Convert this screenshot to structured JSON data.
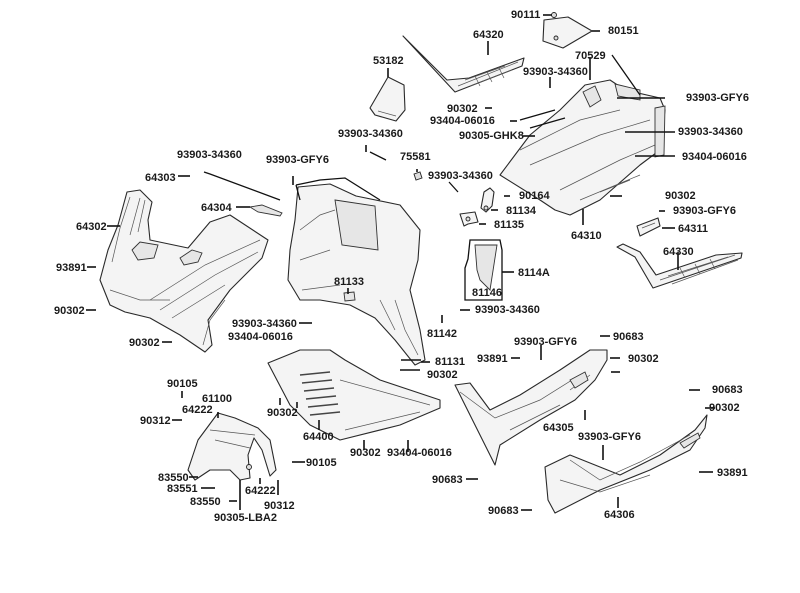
{
  "diagram": {
    "title": "Body cover exploded parts diagram",
    "labels": [
      {
        "id": "l-90111",
        "text": "90111"
      },
      {
        "id": "l-80151",
        "text": "80151"
      },
      {
        "id": "l-64320",
        "text": "64320"
      },
      {
        "id": "l-53182",
        "text": "53182"
      },
      {
        "id": "l-70529",
        "text": "70529"
      },
      {
        "id": "l-93903-34360-a",
        "text": "93903-34360"
      },
      {
        "id": "l-93903-gfy6-a",
        "text": "93903-GFY6"
      },
      {
        "id": "l-90302-a",
        "text": "90302"
      },
      {
        "id": "l-93404-06016-a",
        "text": "93404-06016"
      },
      {
        "id": "l-90305-ghk8",
        "text": "90305-GHK8"
      },
      {
        "id": "l-93903-34360-b",
        "text": "93903-34360"
      },
      {
        "id": "l-93903-34360-c",
        "text": "93903-34360"
      },
      {
        "id": "l-93404-06016-b",
        "text": "93404-06016"
      },
      {
        "id": "l-93903-34360-d",
        "text": "93903-34360"
      },
      {
        "id": "l-93903-gfy6-b",
        "text": "93903-GFY6"
      },
      {
        "id": "l-75581",
        "text": "75581"
      },
      {
        "id": "l-93903-34360-e",
        "text": "93903-34360"
      },
      {
        "id": "l-64303",
        "text": "64303"
      },
      {
        "id": "l-90164",
        "text": "90164"
      },
      {
        "id": "l-90302-b",
        "text": "90302"
      },
      {
        "id": "l-81134",
        "text": "81134"
      },
      {
        "id": "l-93903-gfy6-c",
        "text": "93903-GFY6"
      },
      {
        "id": "l-64304",
        "text": "64304"
      },
      {
        "id": "l-81135",
        "text": "81135"
      },
      {
        "id": "l-64310",
        "text": "64310"
      },
      {
        "id": "l-64311",
        "text": "64311"
      },
      {
        "id": "l-64302",
        "text": "64302"
      },
      {
        "id": "l-64330",
        "text": "64330"
      },
      {
        "id": "l-8114a",
        "text": "8114A"
      },
      {
        "id": "l-81133",
        "text": "81133"
      },
      {
        "id": "l-93891-a",
        "text": "93891"
      },
      {
        "id": "l-81146",
        "text": "81146"
      },
      {
        "id": "l-90302-c",
        "text": "90302"
      },
      {
        "id": "l-93903-34360-f",
        "text": "93903-34360"
      },
      {
        "id": "l-93903-34360-g",
        "text": "93903-34360"
      },
      {
        "id": "l-81142",
        "text": "81142"
      },
      {
        "id": "l-93404-06016-c",
        "text": "93404-06016"
      },
      {
        "id": "l-90302-d",
        "text": "90302"
      },
      {
        "id": "l-90683-a",
        "text": "90683"
      },
      {
        "id": "l-93903-gfy6-d",
        "text": "93903-GFY6"
      },
      {
        "id": "l-81131",
        "text": "81131"
      },
      {
        "id": "l-93891-b",
        "text": "93891"
      },
      {
        "id": "l-90302-e",
        "text": "90302"
      },
      {
        "id": "l-90302-f",
        "text": "90302"
      },
      {
        "id": "l-90105-a",
        "text": "90105"
      },
      {
        "id": "l-61100",
        "text": "61100"
      },
      {
        "id": "l-64222-a",
        "text": "64222"
      },
      {
        "id": "l-90683-b",
        "text": "90683"
      },
      {
        "id": "l-90312-a",
        "text": "90312"
      },
      {
        "id": "l-90302-g",
        "text": "90302"
      },
      {
        "id": "l-90302-h",
        "text": "90302"
      },
      {
        "id": "l-64305",
        "text": "64305"
      },
      {
        "id": "l-64400",
        "text": "64400"
      },
      {
        "id": "l-93903-gfy6-e",
        "text": "93903-GFY6"
      },
      {
        "id": "l-90302-i",
        "text": "90302"
      },
      {
        "id": "l-93404-06016-d",
        "text": "93404-06016"
      },
      {
        "id": "l-90105-b",
        "text": "90105"
      },
      {
        "id": "l-83550-a",
        "text": "83550"
      },
      {
        "id": "l-83551",
        "text": "83551"
      },
      {
        "id": "l-64222-b",
        "text": "64222"
      },
      {
        "id": "l-83550-b",
        "text": "83550"
      },
      {
        "id": "l-90312-b",
        "text": "90312"
      },
      {
        "id": "l-90305-lba2",
        "text": "90305-LBA2"
      },
      {
        "id": "l-90683-c",
        "text": "90683"
      },
      {
        "id": "l-90683-d",
        "text": "90683"
      },
      {
        "id": "l-93891-c",
        "text": "93891"
      },
      {
        "id": "l-64306",
        "text": "64306"
      }
    ]
  }
}
